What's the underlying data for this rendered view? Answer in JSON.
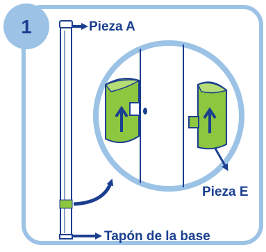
{
  "step": {
    "number": "1"
  },
  "labels": {
    "piece_a": "Pieza A",
    "piece_e": "Pieza E",
    "base_cap": "Tapón de la base"
  },
  "colors": {
    "frame": "#9cc3e6",
    "badge": "#9cc3e6",
    "text": "#1b3f8f",
    "outline": "#1b3f8f",
    "clip_green": "#8dc63f",
    "clip_green_light": "#b5dc75",
    "background": "#ffffff"
  },
  "icons": [
    "up-arrow-icon",
    "pointer-arrow-icon",
    "curved-arrow-icon"
  ]
}
